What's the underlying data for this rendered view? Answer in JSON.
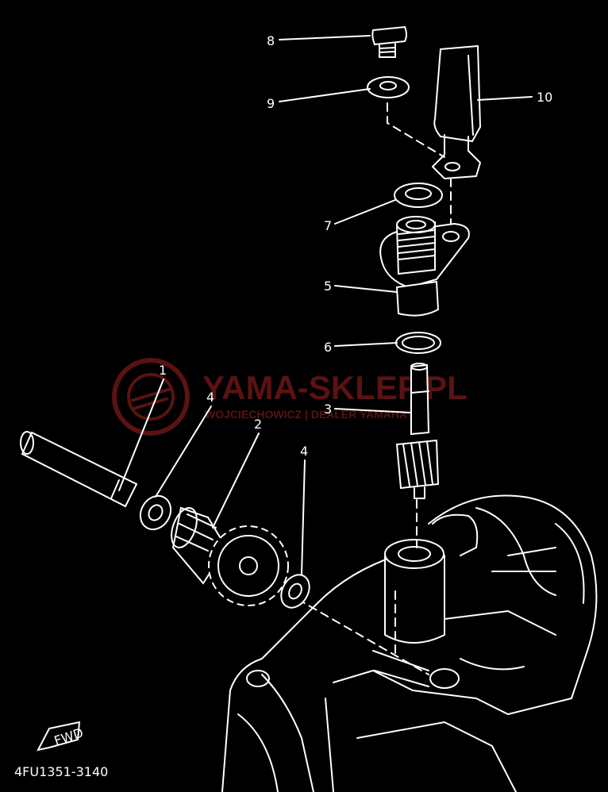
{
  "watermark": {
    "brand": "YAMA-SKLEP.PL",
    "tagline": "WOJCIECHOWICZ | DEALER YAMAHA"
  },
  "callouts": [
    "1",
    "2",
    "3",
    "4",
    "4",
    "5",
    "6",
    "7",
    "8",
    "9",
    "10"
  ],
  "fwd_label": "FWD",
  "diagram_code": "4FU1351-3140",
  "colors": {
    "background": "#000000",
    "line": "#ffffff",
    "watermark": "#5a1212"
  }
}
